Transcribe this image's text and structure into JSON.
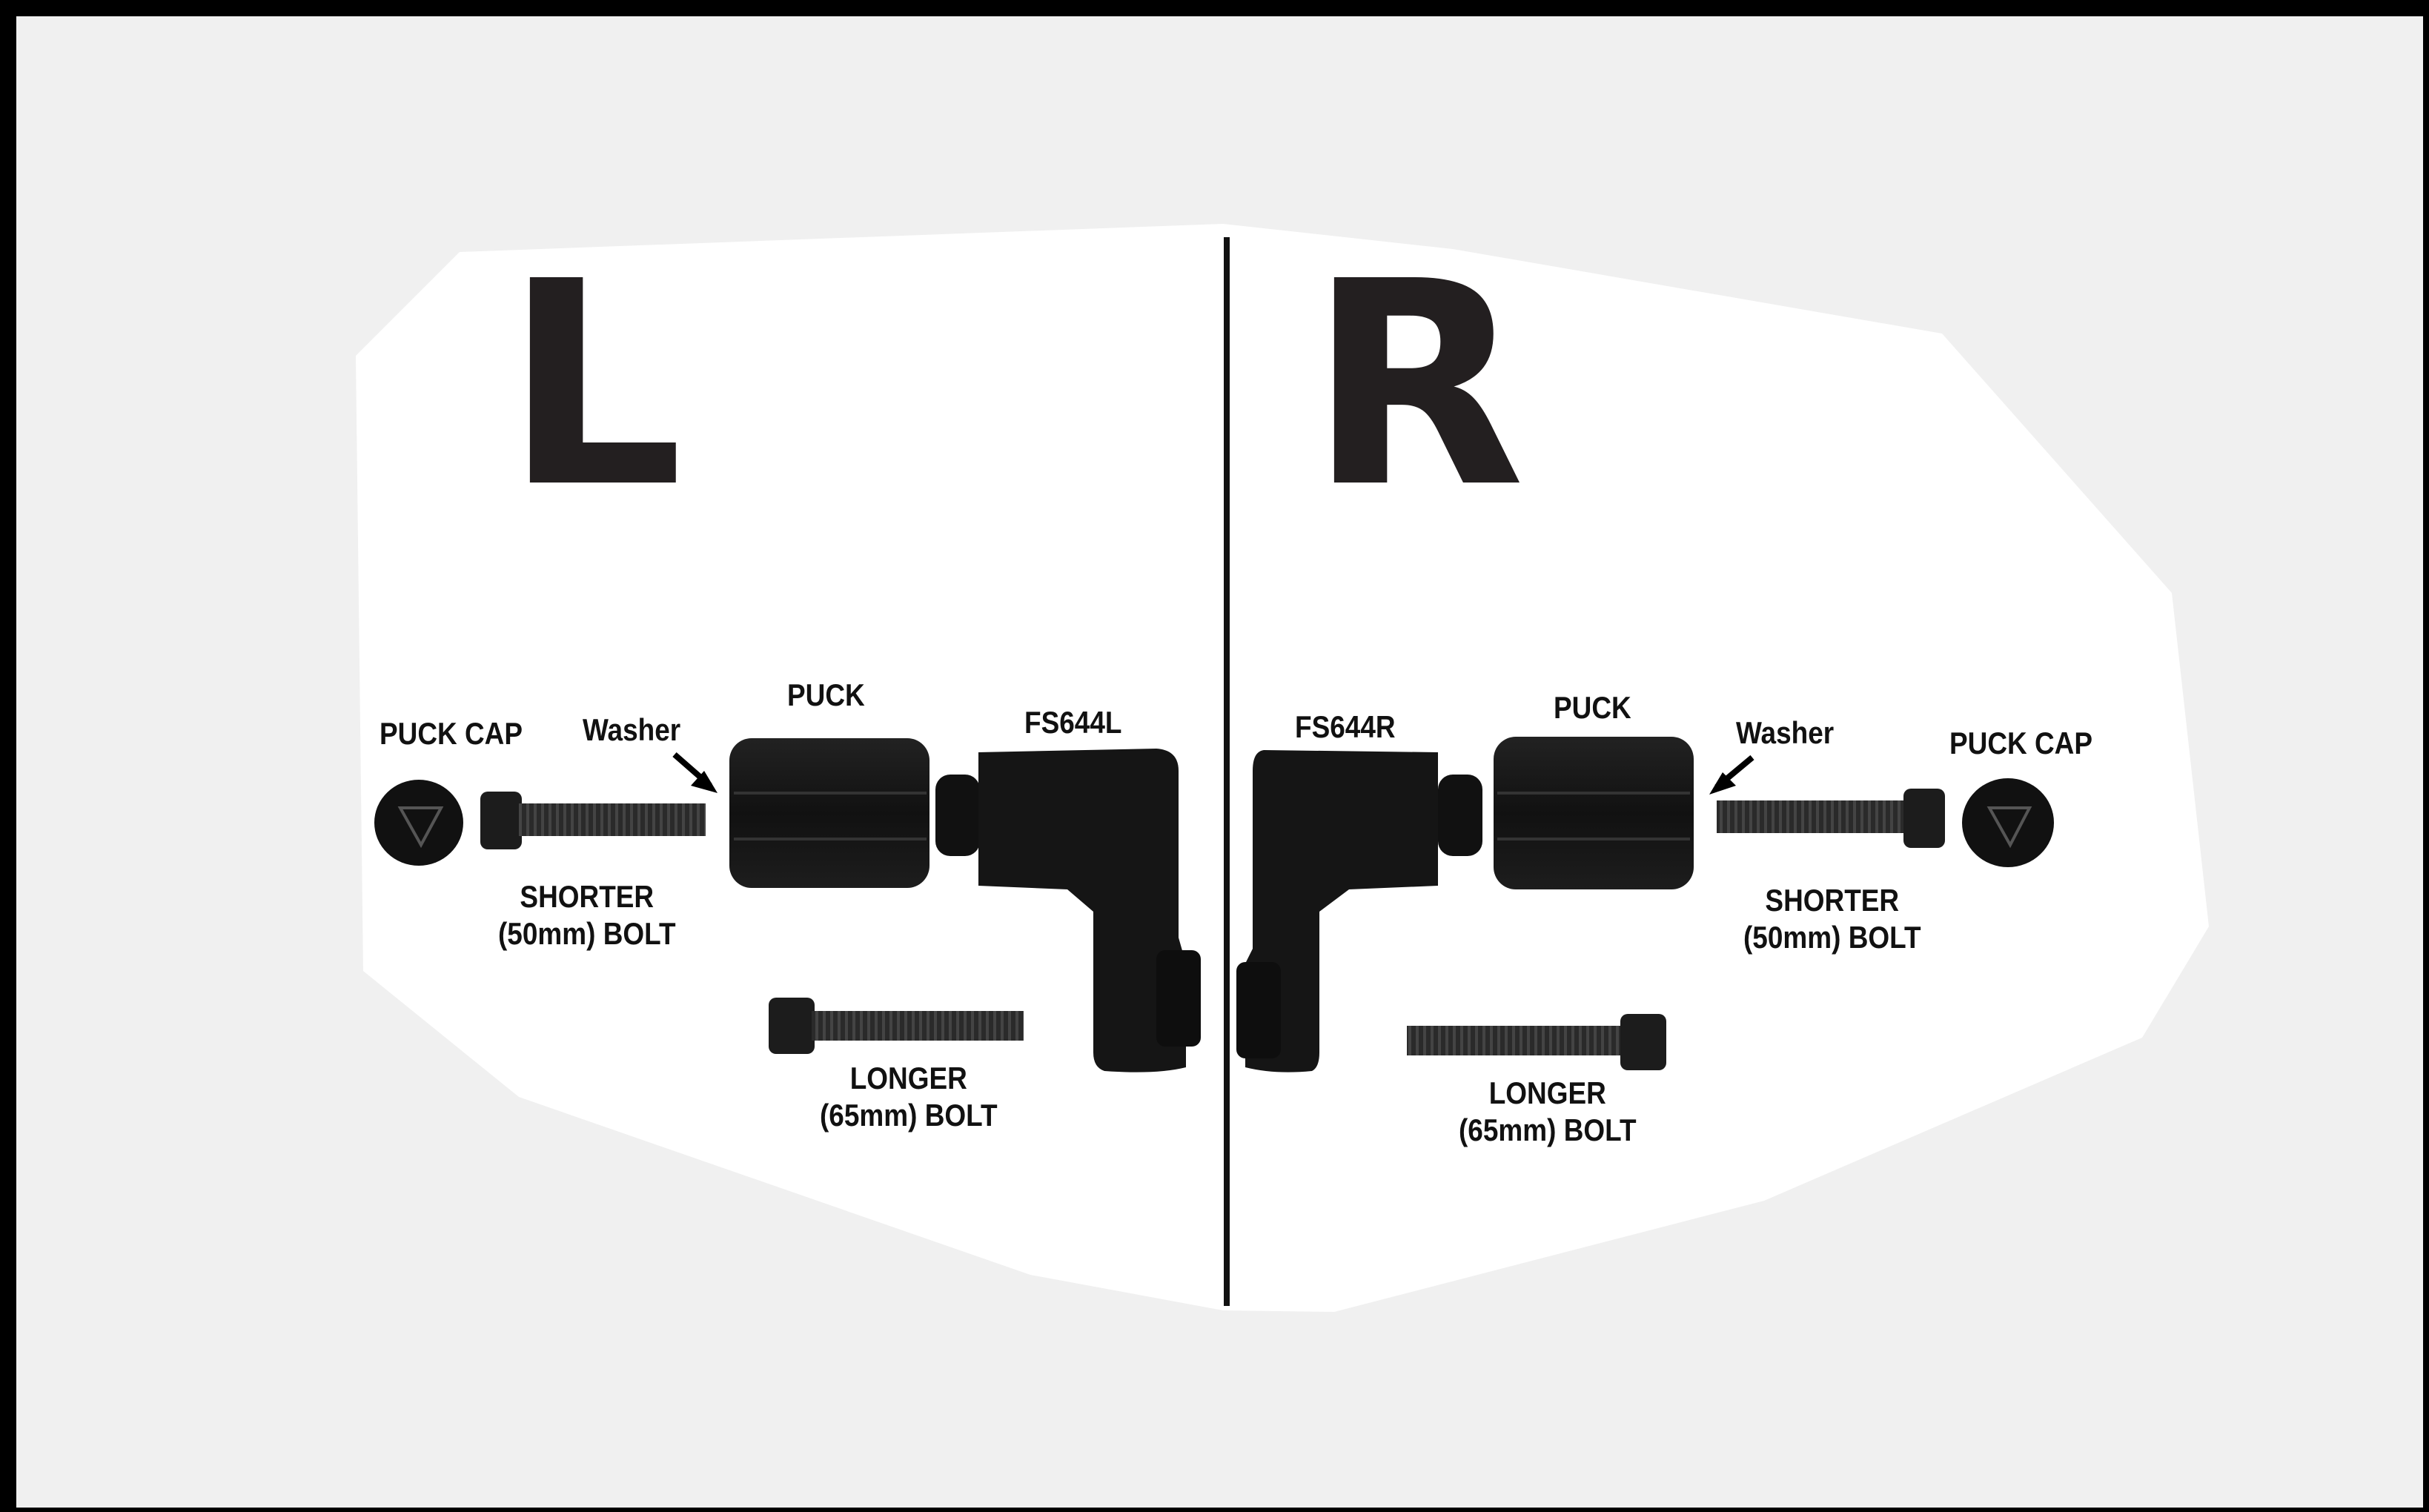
{
  "colors": {
    "frame": "#000000",
    "outer_bg": "#f0f0f0",
    "panel_bg": "#ffffff",
    "parts": "#1a1a1a",
    "text": "#111111"
  },
  "left": {
    "letter": "L",
    "puck_cap": "PUCK CAP",
    "washer": "Washer",
    "puck": "PUCK",
    "bracket": "FS644L",
    "short_bolt": [
      "SHORTER",
      "(50mm) BOLT"
    ],
    "long_bolt": [
      "LONGER",
      "(65mm) BOLT"
    ]
  },
  "right": {
    "letter": "R",
    "puck_cap": "PUCK CAP",
    "washer": "Washer",
    "puck": "PUCK",
    "bracket": "FS644R",
    "short_bolt": [
      "SHORTER",
      "(50mm) BOLT"
    ],
    "long_bolt": [
      "LONGER",
      "(65mm) BOLT"
    ]
  },
  "icons": [
    "puck-cap-icon",
    "bolt-icon",
    "puck-icon",
    "bracket-icon",
    "arrow-icon"
  ]
}
